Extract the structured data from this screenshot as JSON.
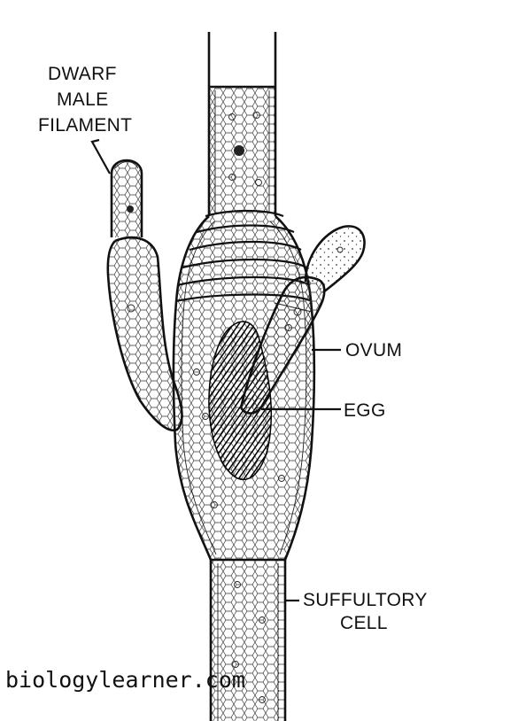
{
  "labels": {
    "dwarf_male_filament": [
      "DWARF",
      "MALE",
      "FILAMENT"
    ],
    "ovum": "OVUM",
    "egg": "EGG",
    "suffultory_cell": [
      "SUFFULTORY",
      "CELL"
    ]
  },
  "watermark": "biologylearner.com",
  "colors": {
    "ink": "#111111",
    "background": "#ffffff",
    "egg_fill": "#1a1a1a"
  }
}
